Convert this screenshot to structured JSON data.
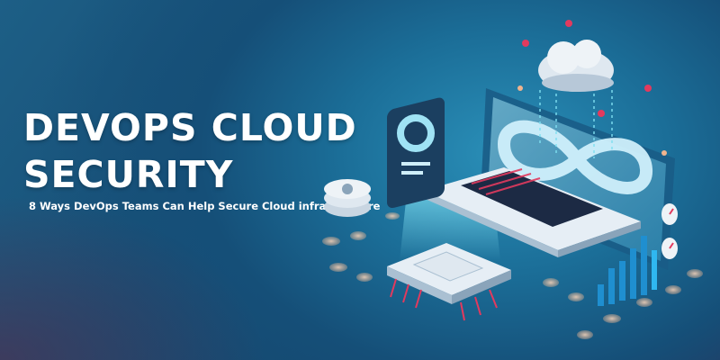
{
  "banner": {
    "title_line1": "DEVOPS CLOUD",
    "title_line2": "SECURITY",
    "subtitle": "8 Ways DevOps Teams Can Help Secure Cloud infrastructure"
  },
  "icons": [
    "cloud-icon",
    "infinity-icon",
    "gear-icon",
    "chip-icon",
    "pin-icon",
    "gauge-icon",
    "bar-chart-icon"
  ],
  "colors": {
    "background_dark": "#123b62",
    "background_light": "#2a8fb8",
    "accent_pink": "#e23a5e",
    "glow_peach": "#f3c6a8",
    "text": "#ffffff"
  }
}
